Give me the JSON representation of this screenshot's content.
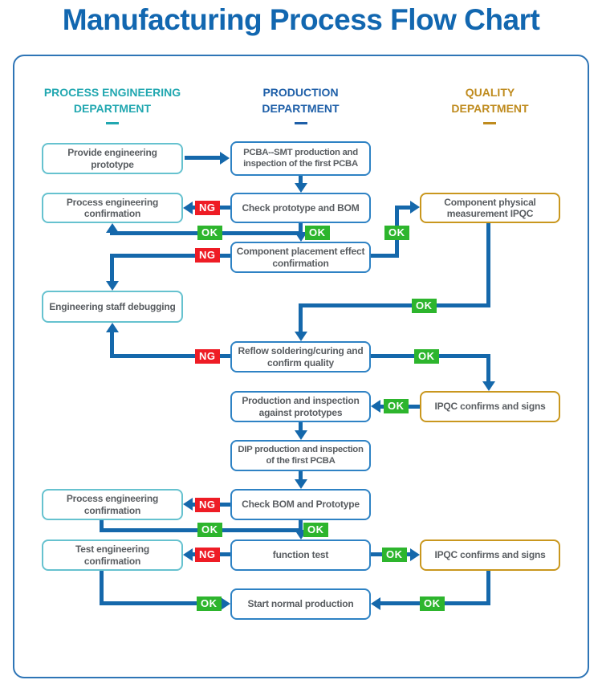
{
  "title": "Manufacturing Process Flow Chart",
  "labels": {
    "ok": "OK",
    "ng": "NG"
  },
  "departments": {
    "process_engineering": {
      "line1": "PROCESS ENGINEERING",
      "line2": "DEPARTMENT",
      "color": "#21a7b0"
    },
    "production": {
      "line1": "PRODUCTION",
      "line2": "DEPARTMENT",
      "color": "#1e5fa8"
    },
    "quality": {
      "line1": "QUALITY",
      "line2": "DEPARTMENT",
      "color": "#bf8b1e"
    }
  },
  "nodes": {
    "provide_prototype": "Provide engineering prototype",
    "pcba_smt": "PCBA--SMT production and inspection of the first PCBA",
    "process_confirmation_1": "Process engineering confirmation",
    "check_prototype_bom": "Check prototype and BOM",
    "component_physical_ipqc": "Component physical measurement IPQC",
    "component_placement": "Component placement effect confirmation",
    "engineering_debugging": "Engineering staff debugging",
    "reflow_soldering": "Reflow soldering/curing and confirm quality",
    "production_inspection": "Production and inspection against prototypes",
    "ipqc_signs_1": "IPQC confirms and signs",
    "dip_production": "DIP production and inspection of the first PCBA",
    "check_bom_prototype": "Check BOM and Prototype",
    "process_confirmation_2": "Process engineering confirmation",
    "function_test": "function test",
    "test_confirmation": "Test engineering confirmation",
    "ipqc_signs_2": "IPQC confirms and signs",
    "start_production": "Start normal production"
  },
  "colors": {
    "title": "#1267b0",
    "frame_border": "#2e75b6",
    "arrow": "#1568ab",
    "ok_badge": "#2db52d",
    "ng_badge": "#ee1c25",
    "teal_department": "#21a7b0",
    "blue_department": "#1e5fa8",
    "gold_department": "#bf8b1e",
    "teal_box_border": "#66c2cf",
    "blue_box_border": "#2e82c4",
    "gold_box_border": "#c9971e",
    "box_text": "#595d61"
  }
}
